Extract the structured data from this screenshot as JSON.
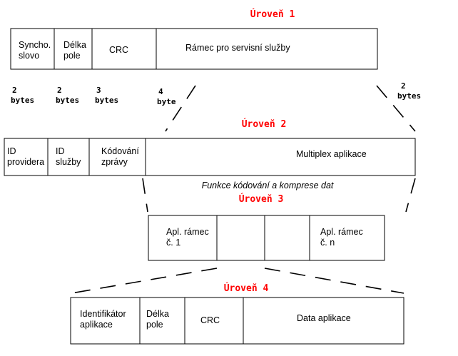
{
  "levels": {
    "l1": "Úroveň 1",
    "l2": "Úroveň 2",
    "l3": "Úroveň 3",
    "l4": "Úroveň 4"
  },
  "frame1": {
    "sync": [
      "Syncho.",
      "slovo"
    ],
    "len": [
      "Délka",
      "pole"
    ],
    "crc": "CRC",
    "service": "Rámec pro servisní služby"
  },
  "sizes": {
    "s1": [
      "2",
      "bytes"
    ],
    "s2": [
      "2",
      "bytes"
    ],
    "s3": [
      "3",
      "bytes"
    ],
    "s4": [
      "4",
      "byte"
    ],
    "s5": [
      "2",
      "bytes"
    ]
  },
  "frame2": {
    "provider": [
      "ID",
      "providera"
    ],
    "service": [
      "ID",
      "služby"
    ],
    "coding": [
      "Kódování",
      "zprávy"
    ],
    "multiplex": "Multiplex aplikace"
  },
  "caption": "Funkce kódování a komprese dat",
  "frame3": {
    "app1": [
      "Apl. rámec",
      "č. 1"
    ],
    "appn": [
      "Apl. rámec",
      "č. n"
    ]
  },
  "frame4": {
    "appid": [
      "Identifikátor",
      "aplikace"
    ],
    "len": [
      "Délka",
      "pole"
    ],
    "crc": "CRC",
    "data": "Data aplikace"
  }
}
